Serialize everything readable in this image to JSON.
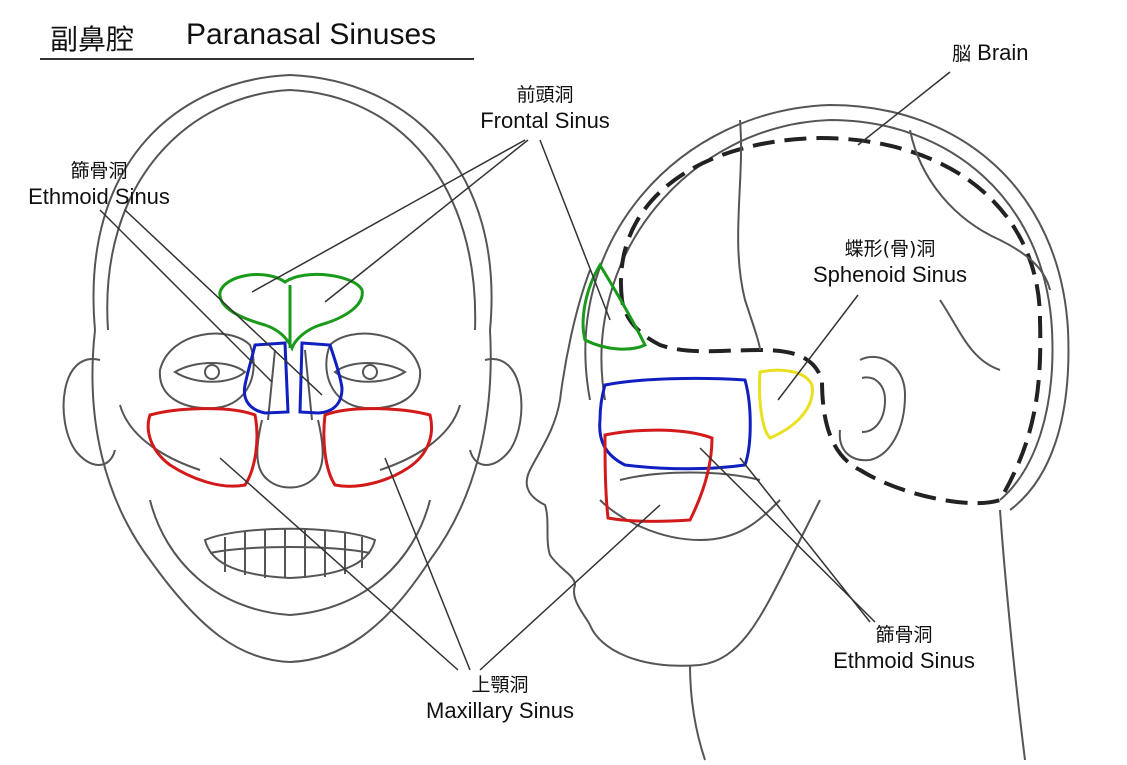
{
  "title": {
    "jp": "副鼻腔",
    "en": "Paranasal Sinuses"
  },
  "labels": {
    "brain": {
      "jp": "脳",
      "en": "Brain"
    },
    "frontal": {
      "jp": "前頭洞",
      "en": "Frontal Sinus"
    },
    "ethmoid_front": {
      "jp": "篩骨洞",
      "en": "Ethmoid Sinus"
    },
    "sphenoid": {
      "jp": "蝶形(骨)洞",
      "en": "Sphenoid Sinus"
    },
    "ethmoid_side": {
      "jp": "篩骨洞",
      "en": "Ethmoid  Sinus"
    },
    "maxillary": {
      "jp": "上顎洞",
      "en": "Maxillary Sinus"
    }
  },
  "colors": {
    "frontal": "#1a9a1a",
    "ethmoid": "#1020c0",
    "maxillary": "#d21a1a",
    "sphenoid": "#e8e020",
    "outline": "#444444"
  }
}
